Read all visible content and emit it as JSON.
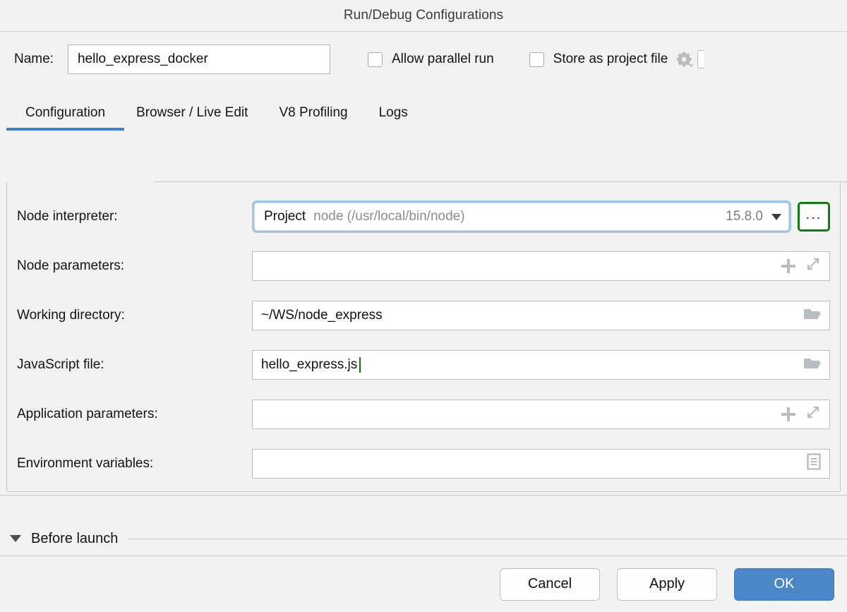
{
  "dialog": {
    "title": "Run/Debug Configurations"
  },
  "name_row": {
    "label": "Name:",
    "value": "hello_express_docker",
    "placeholder": "",
    "allow_parallel_run": {
      "label": "Allow parallel run",
      "checked": false
    },
    "store_as_project_file": {
      "label": "Store as project file",
      "checked": false
    },
    "gear_icon": "gear-dropdown-icon"
  },
  "tabs": [
    {
      "label": "Configuration",
      "active": true
    },
    {
      "label": "Browser / Live Edit",
      "active": false
    },
    {
      "label": "V8 Profiling",
      "active": false
    },
    {
      "label": "Logs",
      "active": false
    }
  ],
  "fields": {
    "node_interpreter": {
      "label": "Node interpreter:",
      "selected": "Project",
      "path": "node (/usr/local/bin/node)",
      "version": "15.8.0",
      "caret_icon": "chevron-down-icon",
      "browse_button_label": "..."
    },
    "node_parameters": {
      "label": "Node parameters:",
      "value": "",
      "icons": [
        "plus-icon",
        "expand-icon"
      ]
    },
    "working_directory": {
      "label": "Working directory:",
      "value": "~/WS/node_express",
      "icons": [
        "folder-icon"
      ]
    },
    "javascript_file": {
      "label": "JavaScript file:",
      "value": "hello_express.js",
      "icons": [
        "folder-icon"
      ]
    },
    "application_parameters": {
      "label": "Application parameters:",
      "value": "",
      "icons": [
        "plus-icon",
        "expand-icon"
      ]
    },
    "environment_variables": {
      "label": "Environment variables:",
      "value": "",
      "icons": [
        "list-edit-icon"
      ]
    }
  },
  "before_launch": {
    "label": "Before launch",
    "expander_icon": "triangle-down-icon",
    "expanded": true
  },
  "buttons": {
    "cancel": "Cancel",
    "apply": "Apply",
    "ok": "OK"
  },
  "colors": {
    "accent_blue": "#3f82c6",
    "primary_button": "#4a86c8",
    "focus_ring": "#9fc6e8",
    "highlight_green": "#0c7a0c",
    "background": "#f2f2f2"
  }
}
